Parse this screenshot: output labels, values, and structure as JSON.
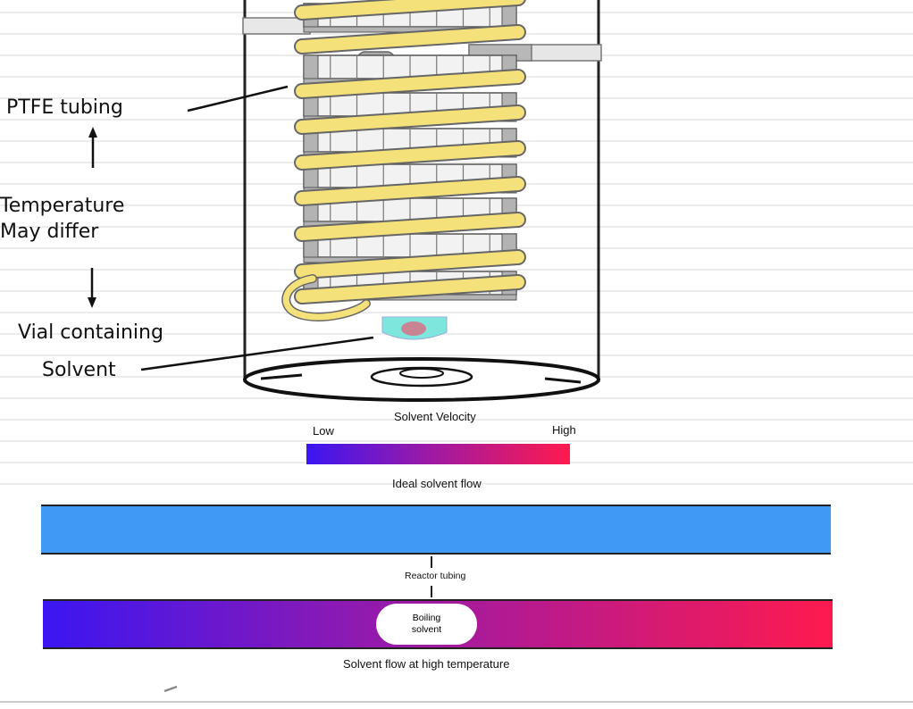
{
  "labels": {
    "ptfe": "PTFE tubing",
    "temp_line1": "Temperature",
    "temp_line2": "May differ",
    "vial_line1": "Vial containing",
    "vial_line2": "Solvent"
  },
  "legend": {
    "title": "Solvent Velocity",
    "low": "Low",
    "high": "High",
    "color_low": "#3b16f2",
    "color_mid": "#9a1aa8",
    "color_high": "#ff1a4e"
  },
  "panels": {
    "ideal_caption": "Ideal solvent flow",
    "ideal_color": "#4099f5",
    "reactor_label": "Reactor tubing",
    "boiling_line1": "Boiling",
    "boiling_line2": "solvent",
    "high_temp_caption": "Solvent flow at high temperature"
  },
  "colors": {
    "coil": "#f5e17a",
    "coil_outline": "#666666",
    "block_fill": "#f2f2f2",
    "block_shade": "#b3b3b3",
    "vial": "#7fe6de",
    "vial_red": "#e0637a",
    "line_faint": "#e6e6e6"
  }
}
